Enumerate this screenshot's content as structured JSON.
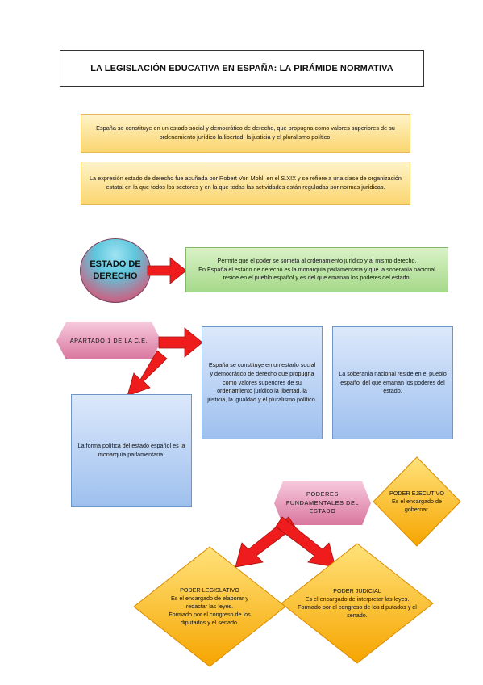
{
  "title": "LA LEGISLACIÓN EDUCATIVA EN ESPAÑA: LA PIRÁMIDE NORMATIVA",
  "intro": {
    "box1": "España se constituye en un estado social y democrático de derecho, que propugna como valores superiores de su ordenamiento jurídico la libertad, la justicia y el pluralismo político.",
    "box2": "La expresión estado de derecho fue acuñada por Robert Von Mohl, en el S.XIX y se refiere a una clase de organización estatal en la que todos los sectores y en la que todas las actividades están reguladas por normas jurídicas."
  },
  "estado": {
    "circle": "ESTADO DE DERECHO",
    "desc_line1": "Permite que el poder se someta al ordenamiento jurídico y al mismo derecho.",
    "desc_line2": "En España el estado de derecho es la monarquía parlamentaria y que la soberanía nacional reside en el pueblo español y es del que emanan los poderes del estado."
  },
  "apartado": {
    "label": "APARTADO 1 DE LA C.E.",
    "box_center": "España se constituye en un estado social y democrático de derecho que propugna como valores superiores de su ordenamiento jurídico la libertad, la justicia, la igualdad y el pluralismo político.",
    "box_right": "La soberanía nacional reside en el pueblo español del que emanan los poderes del estado.",
    "box_left": "La forma política del estado español es la monarquía parlamentaria."
  },
  "poderes": {
    "label": "PODERES FUNDAMENTALES DEL ESTADO",
    "ejecutivo_title": "PODER EJECUTIVO",
    "ejecutivo_desc": "Es el encargado de gobernar.",
    "legislativo_title": "PODER LEGISLATIVO",
    "legislativo_desc": "Es el encargado de elaborar y redactar las leyes.",
    "legislativo_extra": "Formado por el congreso de los diputados y el senado.",
    "judicial_title": "PODER JUDICIAL",
    "judicial_desc": "Es el encargado de interpretar las leyes.",
    "judicial_extra": "Formado por el congreso de los diputados y el senado."
  },
  "colors": {
    "arrow": "#ee1c1c",
    "yellow": "#fbd56f",
    "green": "#a6d98a",
    "blue": "#9ec0ee",
    "pink": "#d9779f",
    "orange": "#f6a500"
  }
}
